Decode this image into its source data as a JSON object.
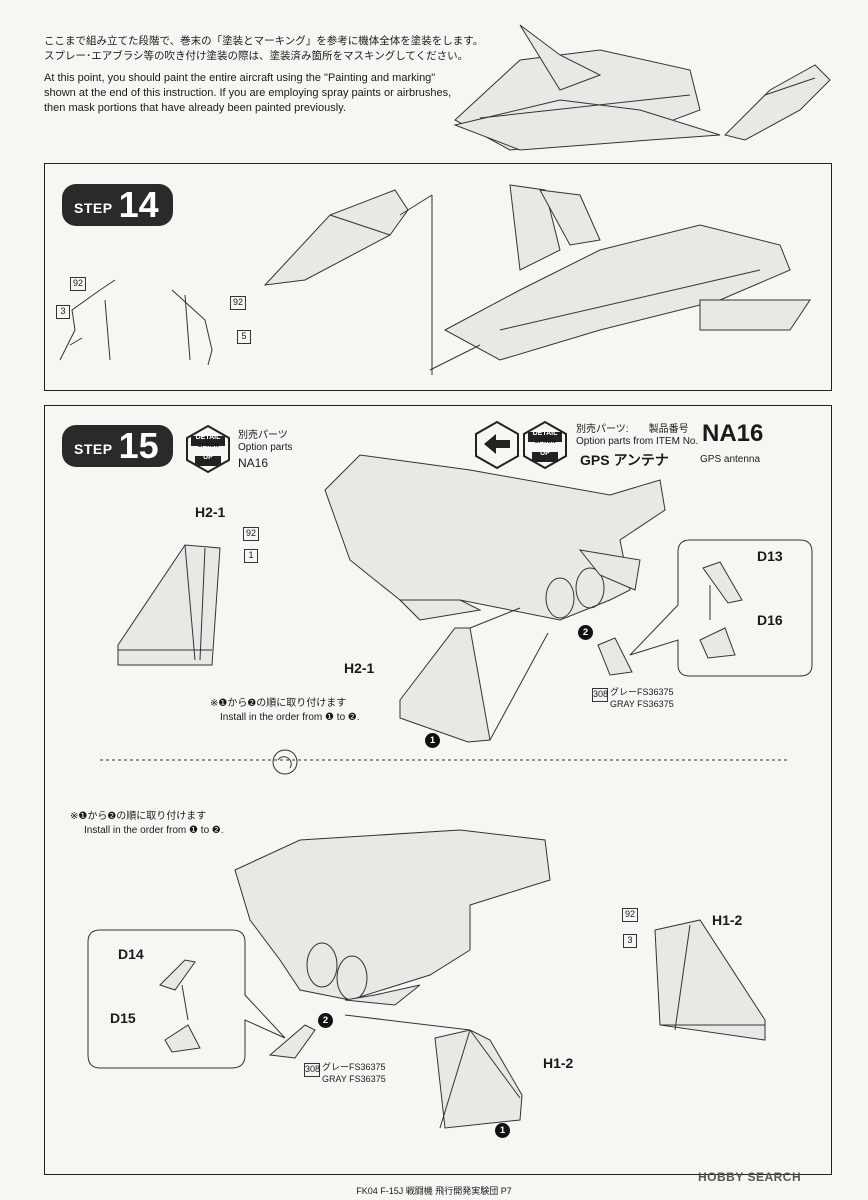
{
  "intro": {
    "jp_line1": "ここまで組み立てた段階で、巻末の「塗装とマーキング」を参考に機体全体を塗装をします。",
    "jp_line2": "スプレー･エアブラシ等の吹き付け塗装の際は、塗装済み箇所をマスキングしてください。",
    "en_line1": "At this point, you should paint the entire aircraft using the \"Painting and marking\"",
    "en_line2": "shown at the end of this instruction. If you are employing spray paints or airbrushes,",
    "en_line3": "then mask portions that have already been painted previously."
  },
  "step14": {
    "word": "STEP",
    "number": "14",
    "callouts": {
      "paint_left": "92",
      "part_left": "3",
      "paint_right": "92",
      "part_right": "5"
    }
  },
  "step15": {
    "word": "STEP",
    "number": "15",
    "detail_badge": {
      "line1": "DETAIL",
      "line2": "OPTION",
      "line3": "UP"
    },
    "option_jp": "別売パーツ",
    "option_en": "Option parts",
    "option_code": "NA16",
    "option2_jp": "別売パーツ:　　製品番号",
    "option2_en": "Option parts from ITEM No.",
    "item_no": "NA16",
    "gps_jp": "GPS アンテナ",
    "gps_en": "GPS antenna",
    "tail_upper_left": {
      "label": "H2-1",
      "paint": "92",
      "part": "1"
    },
    "tail_upper_attach": "H2-1",
    "inset_upper": {
      "a": "D13",
      "b": "D16"
    },
    "paint_upper": {
      "code": "308",
      "jp": "グレーFS36375",
      "en": "GRAY FS36375"
    },
    "order_note_upper": {
      "jp": "※❶から❷の順に取り付けます",
      "en": "Install in the order from ❶ to ❷."
    },
    "order_note_lower": {
      "jp": "※❶から❷の順に取り付けます",
      "en": "Install in the order from ❶ to ❷."
    },
    "inset_lower": {
      "a": "D14",
      "b": "D15"
    },
    "paint_lower": {
      "code": "308",
      "jp": "グレーFS36375",
      "en": "GRAY FS36375"
    },
    "tail_lower_right": {
      "label": "H1-2",
      "paint": "92",
      "part": "3"
    },
    "tail_lower_attach": "H1-2",
    "num1": "1",
    "num2": "2"
  },
  "footer": "FK04 F-15J 戦闘機 飛行開発実験団 P7",
  "watermark": "HOBBY SEARCH"
}
